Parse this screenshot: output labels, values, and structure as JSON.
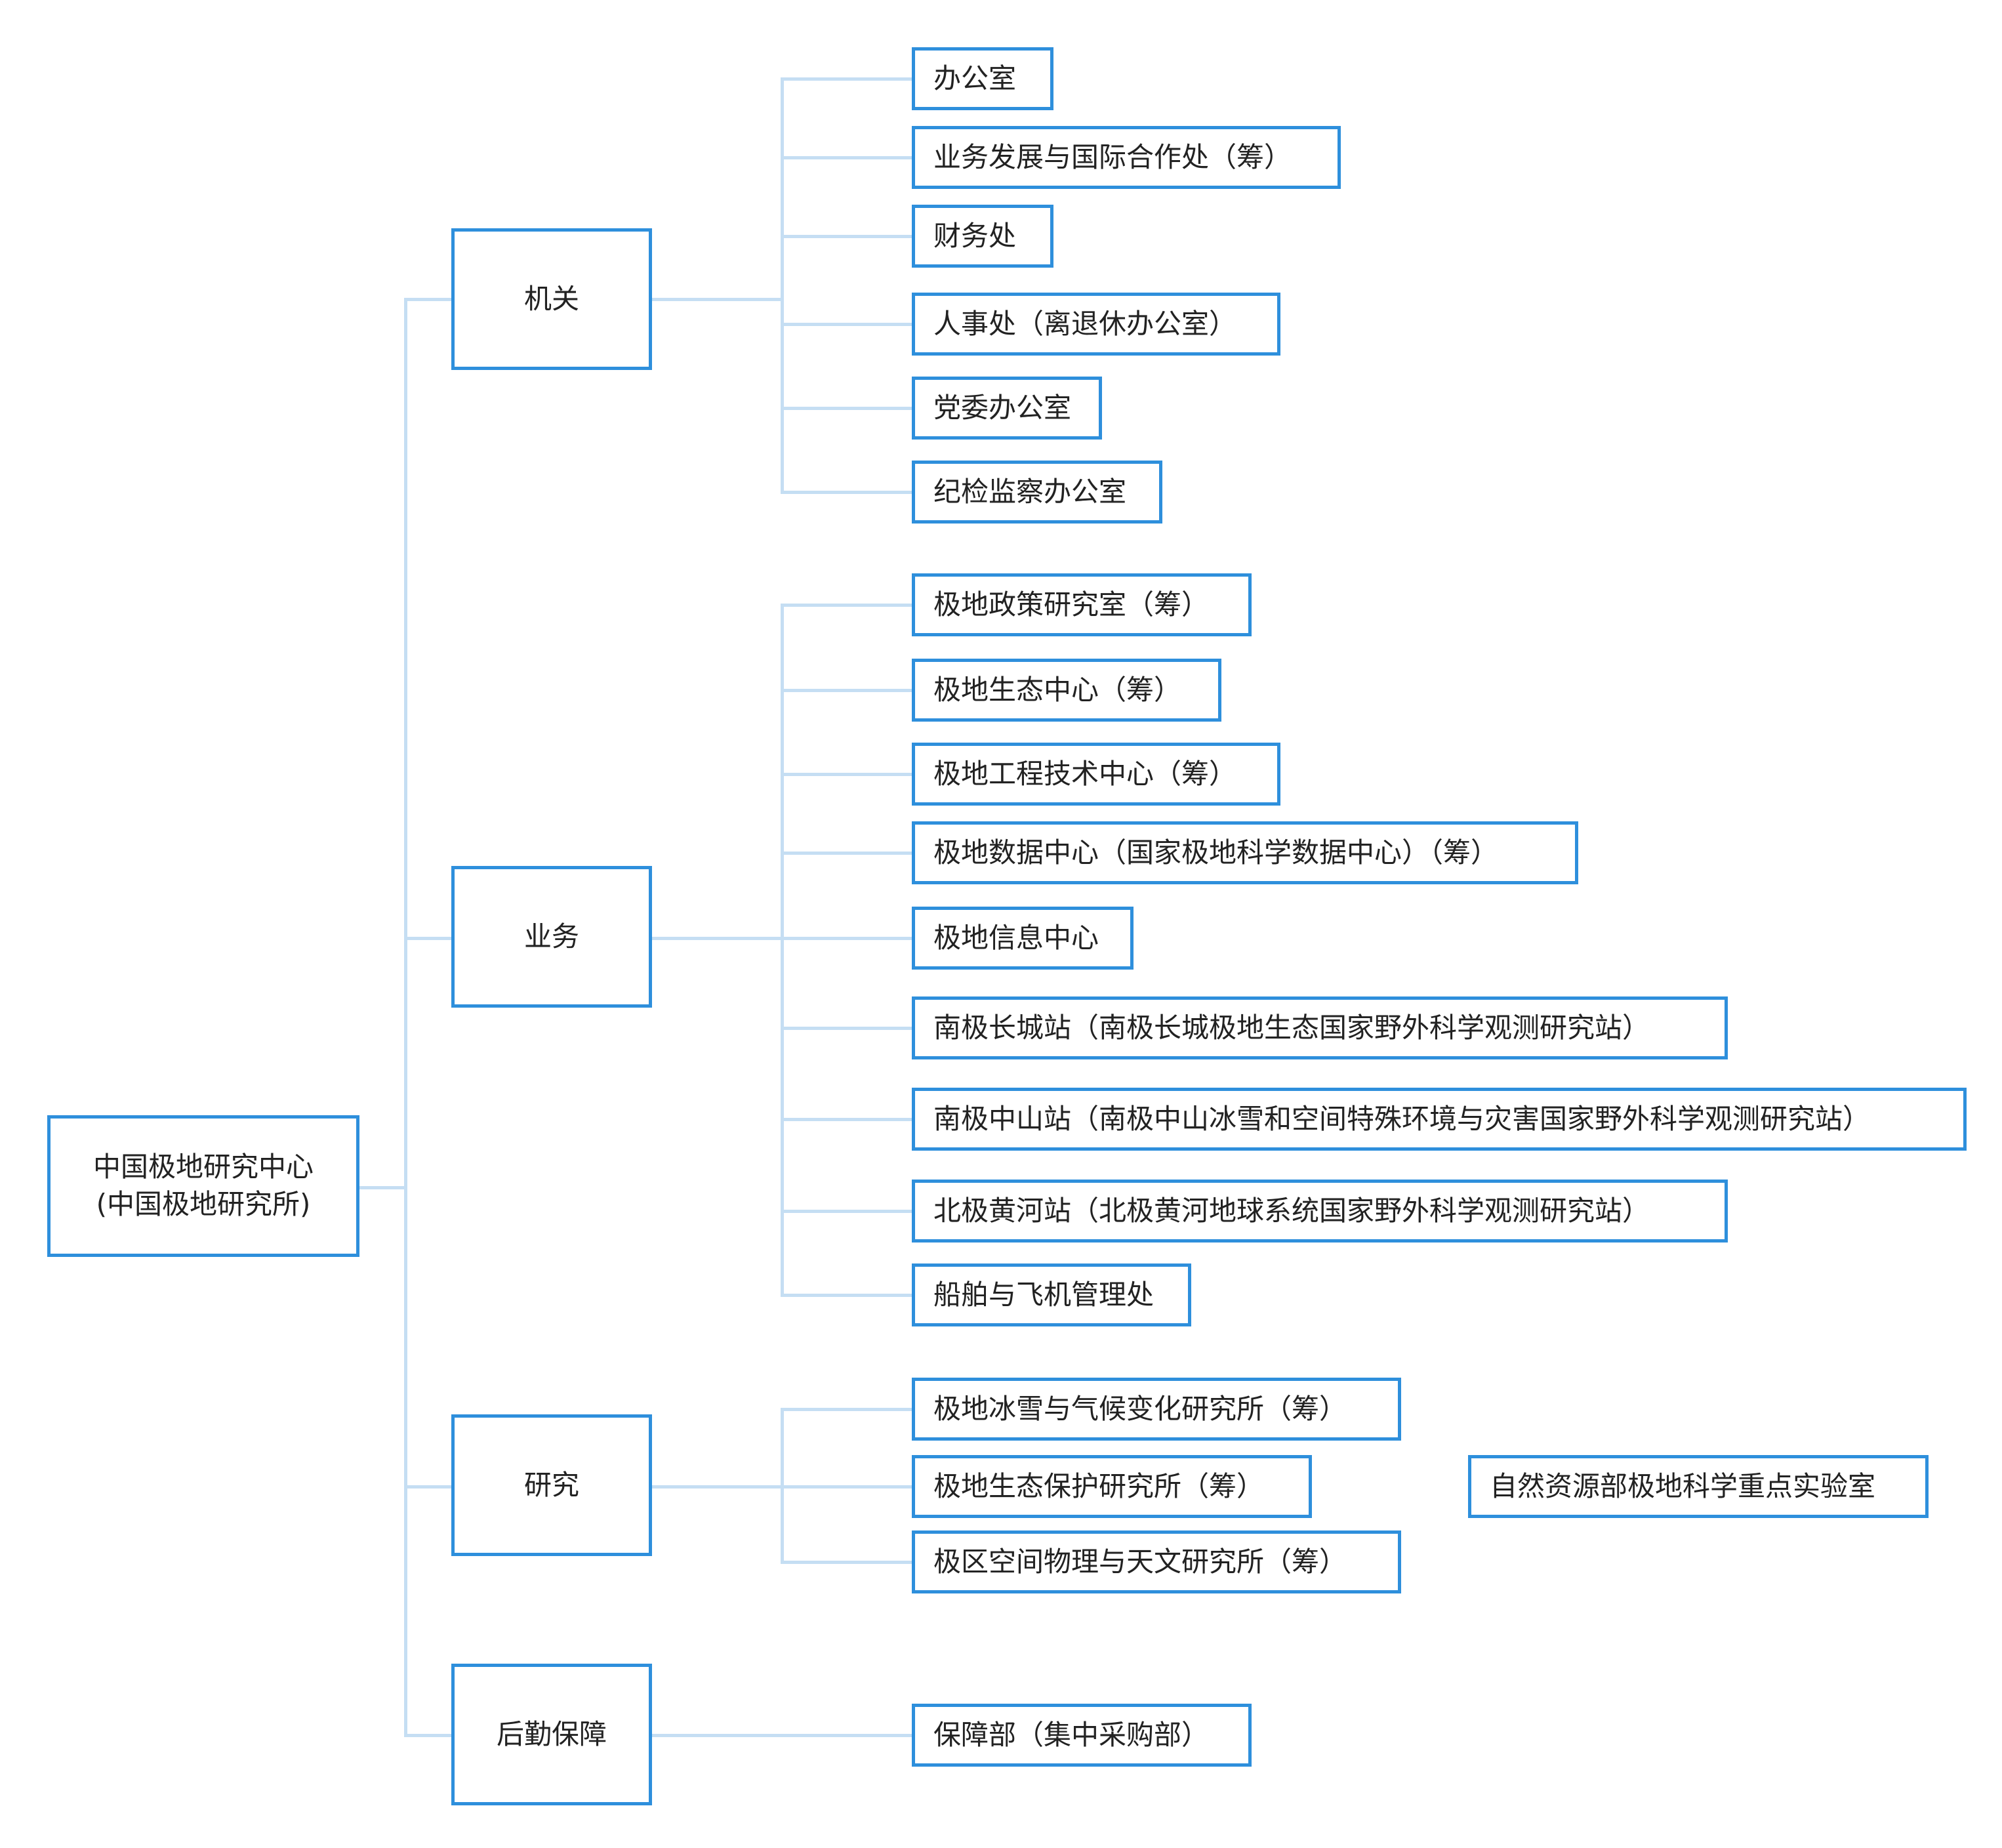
{
  "root": {
    "line1": "中国极地研究中心",
    "line2": "(中国极地研究所)"
  },
  "categories": [
    {
      "label": "机关",
      "children": [
        "办公室",
        "业务发展与国际合作处（筹）",
        "财务处",
        "人事处（离退休办公室）",
        "党委办公室",
        "纪检监察办公室"
      ]
    },
    {
      "label": "业务",
      "children": [
        "极地政策研究室（筹）",
        "极地生态中心（筹）",
        "极地工程技术中心（筹）",
        "极地数据中心（国家极地科学数据中心）（筹）",
        "极地信息中心",
        "南极长城站（南极长城极地生态国家野外科学观测研究站）",
        "南极中山站（南极中山冰雪和空间特殊环境与灾害国家野外科学观测研究站）",
        "北极黄河站（北极黄河地球系统国家野外科学观测研究站）",
        "船舶与飞机管理处"
      ]
    },
    {
      "label": "研究",
      "children": [
        "极地冰雪与气候变化研究所（筹）",
        "极地生态保护研究所（筹）",
        "极区空间物理与天文研究所（筹）"
      ]
    },
    {
      "label": "后勤保障",
      "children": [
        "保障部（集中采购部）"
      ]
    }
  ],
  "extra_box": "自然资源部极地科学重点实验室",
  "colors": {
    "box_border": "#2e8fdc",
    "connector": "#c5def3",
    "text": "#222222",
    "background": "#ffffff"
  }
}
